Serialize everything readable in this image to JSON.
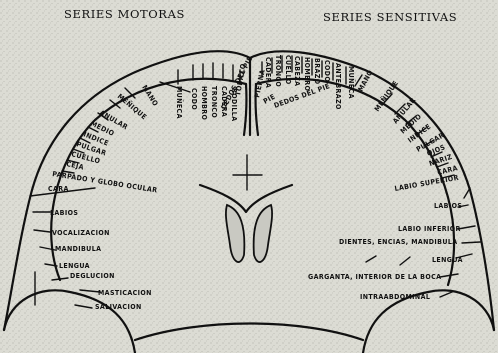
{
  "headings": {
    "motor": "SERIES MOTORAS",
    "sensory": "SERIES SENSITIVAS"
  },
  "motor_labels": [
    "DEDOS DEL PIE",
    "TOBILLO",
    "RODILLA",
    "CADERA",
    "TRONCO",
    "HOMBRO",
    "CODO",
    "MUÑECA",
    "MANO",
    "MEÑIQUE",
    "ANULAR",
    "MEDIO",
    "INDICE",
    "PULGAR",
    "CUELLO",
    "CEJA",
    "PARPADO Y GLOBO OCULAR",
    "CARA",
    "LABIOS",
    "VOCALIZACION",
    "MANDIBULA",
    "LENGUA",
    "DEGLUCION",
    "MASTICACION",
    "SALIVACION"
  ],
  "sensory_labels": [
    "PIERNA",
    "PIE",
    "DEDOS DEL PIE",
    "CADERA",
    "TRONCO",
    "CUELLO",
    "CABEZA",
    "HOMBRO",
    "BRAZO",
    "CODO",
    "ANTEBRAZO",
    "MUÑECA",
    "MANO",
    "MEÑIQUE",
    "ANULAR",
    "MEDIO",
    "INDICE",
    "PULGAR",
    "OJOS",
    "NARIZ",
    "CARA",
    "LABIO SUPERIOR",
    "LABIOS",
    "LABIO INFERIOR",
    "DIENTES, ENCIAS, MANDIBULA",
    "LENGUA",
    "GARGANTA, INTERIOR DE LA BOCA",
    "INTRAABDOMINAL"
  ]
}
